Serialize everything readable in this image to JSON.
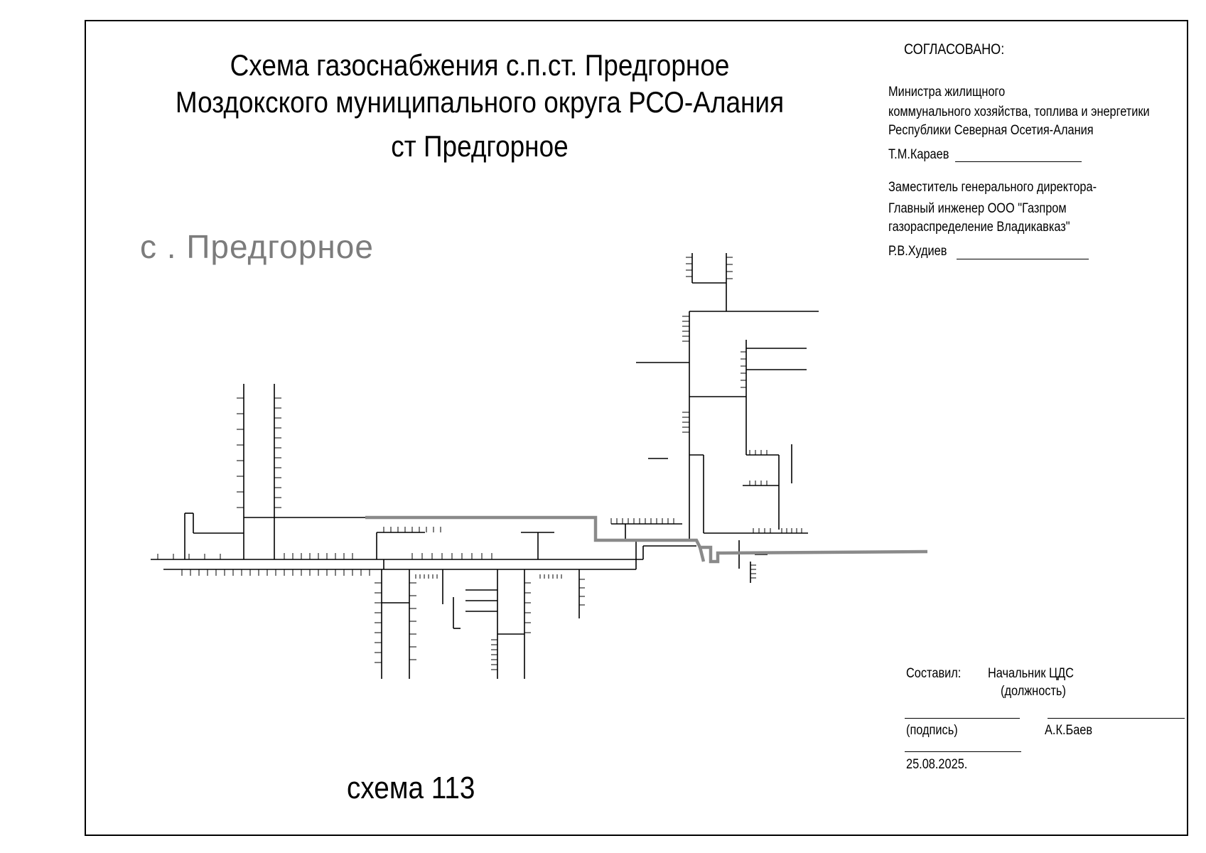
{
  "title": {
    "line1": "Схема газоснабжения с.п.ст. Предгорное",
    "line2": "Моздокского муниципального округа РСО-Алания",
    "line3": "ст Предгорное"
  },
  "village_label": "с . Предгорное",
  "approval": {
    "heading": "СОГЛАСОВАНО:",
    "minister_line1": "Министра жилищного",
    "minister_line2": "коммунального  хозяйства, топлива и энергетики",
    "minister_line3": "Республики Северная Осетия-Алания",
    "minister_name": "Т.М.Караев",
    "deputy_line1": "Заместитель генерального директора-",
    "deputy_line2": "Главный инженер  ООО \"Газпром",
    "deputy_line3": "газораспределение Владикавказ\"",
    "deputy_name": "Р.В.Худиев"
  },
  "compiled": {
    "label": "Составил:",
    "position": "Начальник ЦДС",
    "position_caption": "(должность)",
    "signature_caption": "(подпись)",
    "name": "А.К.Баев",
    "date": "25.08.2025."
  },
  "scheme_number": "схема 113",
  "colors": {
    "pipeline": "#000000",
    "main_pipeline": "#8a8a8a",
    "village_label": "#7c7c7c"
  }
}
